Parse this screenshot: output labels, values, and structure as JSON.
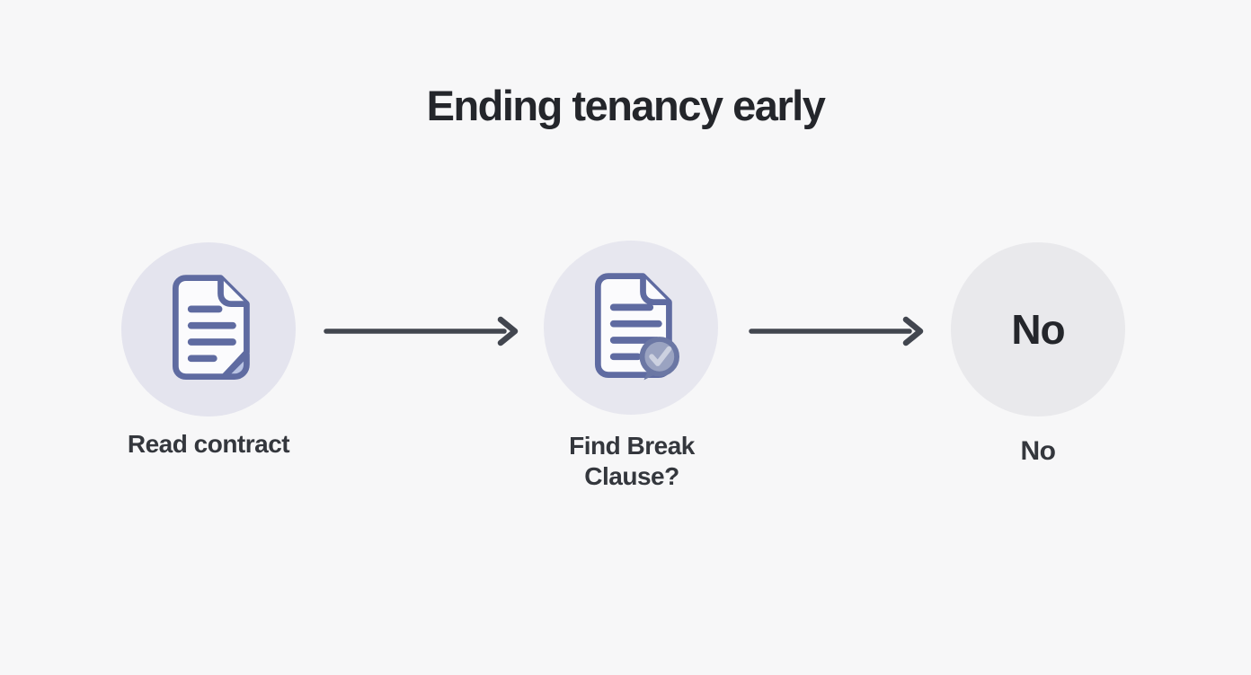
{
  "title": "Ending tenancy early",
  "diagram_type": "flowchart",
  "steps": [
    {
      "label": "Read contract",
      "icon": "document-icon"
    },
    {
      "label": "Find Break Clause?",
      "icon": "document-check-icon"
    },
    {
      "label": "No",
      "circle_text": "No",
      "icon": "none"
    }
  ],
  "connectors": [
    {
      "from": "Read contract",
      "to": "Find Break Clause?",
      "style": "right-arrow"
    },
    {
      "from": "Find Break Clause?",
      "to": "No",
      "style": "right-arrow"
    }
  ],
  "colors": {
    "background": "#f7f7f8",
    "title_text": "#24262b",
    "label_text": "#34373d",
    "arrow": "#42464f",
    "node1_fill": "#e4e4ee",
    "node2_fill": "#e7e7ef",
    "node3_fill": "#e9e9ec",
    "document_stroke": "#5f6ba1",
    "document_fill": "#fbfbfd",
    "fold_fill": "#b9c3e3",
    "badge_fill": "#9aa3c1",
    "badge_ring": "#6b77a4",
    "check_mark": "#ccd1e0"
  }
}
